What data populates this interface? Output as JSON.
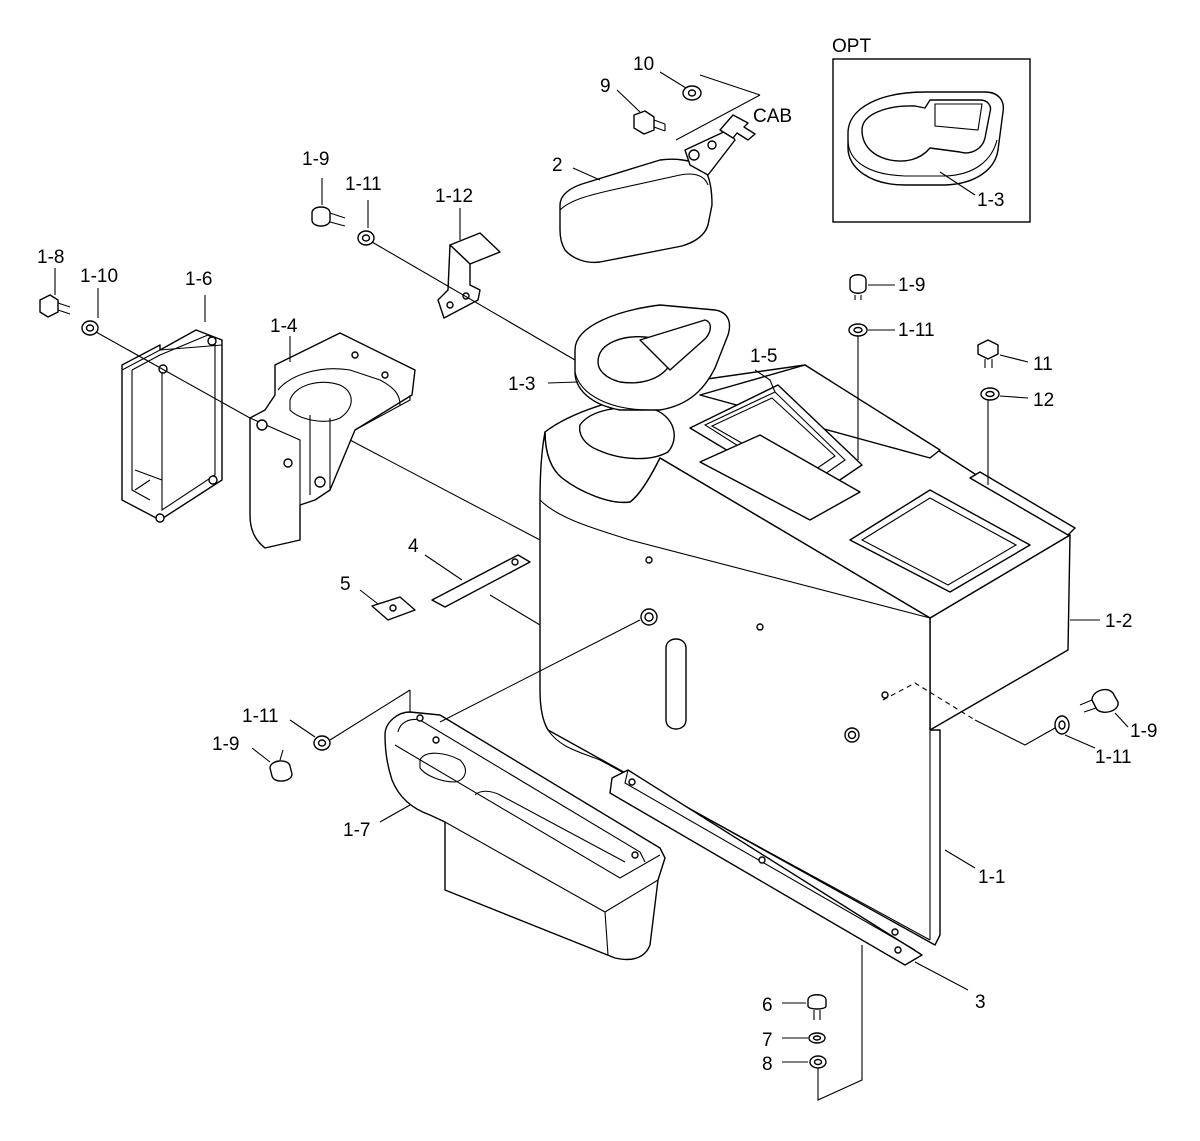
{
  "diagram": {
    "option_box_label": "OPT",
    "direction_label": "CAB",
    "callouts": {
      "c_opt_1_3": "1-3",
      "c_10": "10",
      "c_9": "9",
      "c_2": "2",
      "c_1_9_top": "1-9",
      "c_1_11_top": "1-11",
      "c_1_12": "1-12",
      "c_1_8": "1-8",
      "c_1_10": "1-10",
      "c_1_6": "1-6",
      "c_1_4": "1-4",
      "c_1_9_right_top": "1-9",
      "c_1_11_right_top": "1-11",
      "c_11": "11",
      "c_12": "12",
      "c_1_3": "1-3",
      "c_1_5": "1-5",
      "c_4": "4",
      "c_5": "5",
      "c_1_2": "1-2",
      "c_1_9_right": "1-9",
      "c_1_11_right": "1-11",
      "c_1_11_left": "1-11",
      "c_1_9_left": "1-9",
      "c_1_7": "1-7",
      "c_1_1": "1-1",
      "c_3": "3",
      "c_6": "6",
      "c_7": "7",
      "c_8": "8"
    }
  }
}
